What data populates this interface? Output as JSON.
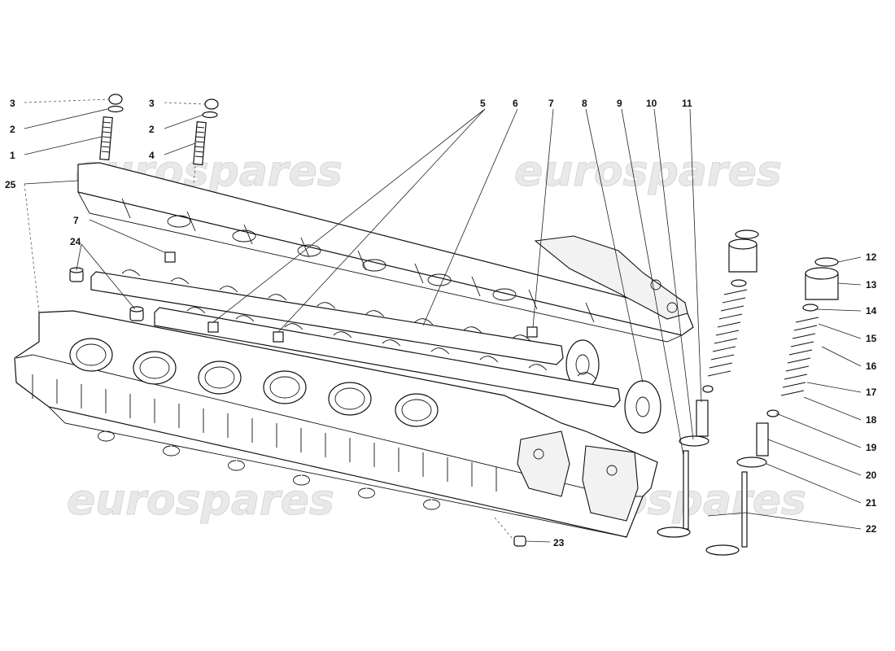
{
  "watermark": {
    "text": "eurospares"
  },
  "callouts": [
    {
      "text": "3"
    },
    {
      "text": "2"
    },
    {
      "text": "1"
    },
    {
      "text": "3"
    },
    {
      "text": "2"
    },
    {
      "text": "4"
    },
    {
      "text": "25"
    },
    {
      "text": "7"
    },
    {
      "text": "24"
    },
    {
      "text": "5"
    },
    {
      "text": "6"
    },
    {
      "text": "7"
    },
    {
      "text": "8"
    },
    {
      "text": "9"
    },
    {
      "text": "10"
    },
    {
      "text": "11"
    },
    {
      "text": "12"
    },
    {
      "text": "13"
    },
    {
      "text": "14"
    },
    {
      "text": "15"
    },
    {
      "text": "16"
    },
    {
      "text": "17"
    },
    {
      "text": "18"
    },
    {
      "text": "19"
    },
    {
      "text": "20"
    },
    {
      "text": "21"
    },
    {
      "text": "22"
    },
    {
      "text": "23"
    }
  ]
}
